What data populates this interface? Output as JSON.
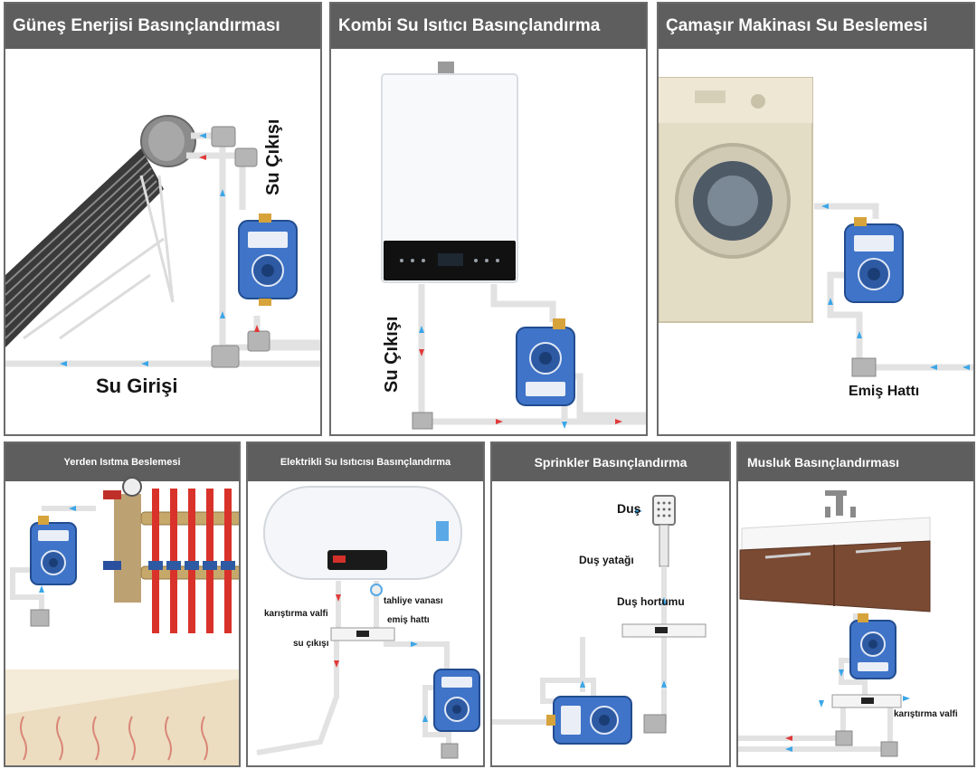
{
  "panels": {
    "solar": {
      "title": "Güneş Enerjisi Basınçlandırması",
      "outlet_label": "Su Çıkışı",
      "inlet_label": "Su Girişi"
    },
    "combi": {
      "title": "Kombi Su Isıtıcı Basınçlandırma",
      "outlet_label": "Su Çıkışı"
    },
    "washer": {
      "title": "Çamaşır Makinası Su Beslemesi",
      "suction_label": "Emiş Hattı"
    },
    "floor": {
      "title": "Yerden Isıtma Beslemesi"
    },
    "electric": {
      "title": "Elektrikli Su Isıtıcısı Basınçlandırma",
      "drain_label": "tahliye vanası",
      "mixing_label": "karıştırma valfi",
      "suction_label": "emiş hattı",
      "outlet_label": "su çıkışı"
    },
    "sprinkler": {
      "title": "Sprinkler Basınçlandırma",
      "shower_label": "Duş",
      "holder_label": "Duş yatağı",
      "hose_label": "Duş hortumu"
    },
    "faucet": {
      "title": "Musluk Basınçlandırması",
      "mixing_label": "karıştırma valfi"
    }
  },
  "colors": {
    "header_bg": "#5e5e5e",
    "pump_blue": "#3f74c8",
    "pipe": "#f2f2f2",
    "flow_blue": "#3aa6e8",
    "flow_red": "#e23a3a",
    "brass": "#d7a33b",
    "manifold_red": "#d9322a"
  },
  "icons": [
    "pump-icon",
    "solar-collector-icon",
    "boiler-icon",
    "washing-machine-icon",
    "manifold-icon",
    "water-heater-icon",
    "shower-head-icon",
    "sink-icon",
    "mixing-valve-icon"
  ]
}
